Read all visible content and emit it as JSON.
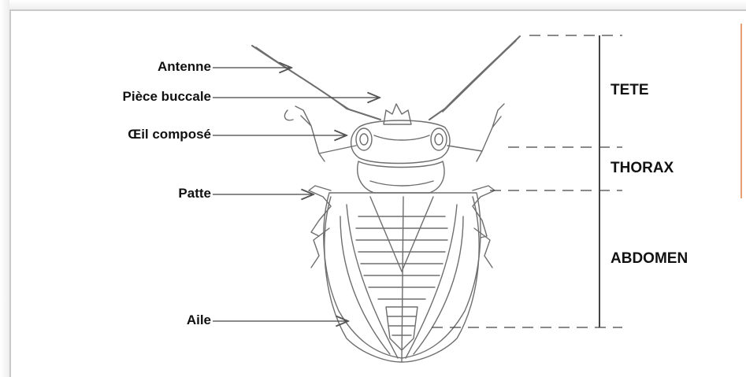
{
  "labels": {
    "antenne": "Antenne",
    "piece_buccale": "Pièce buccale",
    "oeil": "Œil composé",
    "patte": "Patte",
    "aile": "Aile"
  },
  "regions": {
    "tete": "TETE",
    "thorax": "THORAX",
    "abdomen": "ABDOMEN"
  },
  "colors": {
    "ink": "#111111",
    "sketch": "#6e6e6e",
    "accent": "#e8a070"
  }
}
